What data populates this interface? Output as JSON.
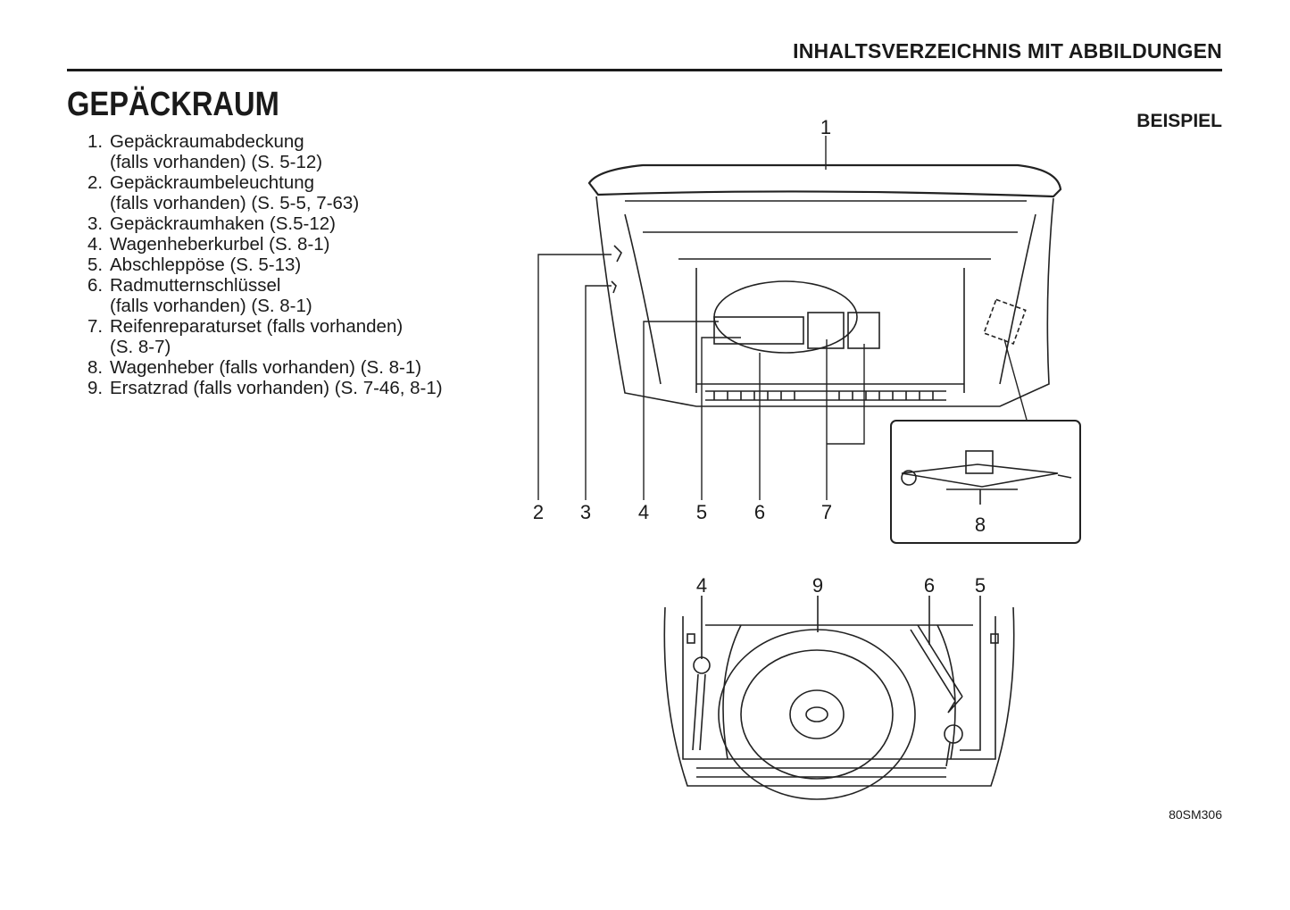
{
  "header": {
    "section_title": "INHALTSVERZEICHNIS MIT ABBILDUNGEN"
  },
  "page": {
    "title": "GEPÄCKRAUM",
    "example_label": "BEISPIEL",
    "figure_code": "80SM306"
  },
  "items": [
    {
      "num": "1.",
      "lines": [
        "Gepäckraumabdeckung",
        "(falls vorhanden) (S. 5-12)"
      ]
    },
    {
      "num": "2.",
      "lines": [
        "Gepäckraumbeleuchtung",
        "(falls vorhanden) (S. 5-5, 7-63)"
      ]
    },
    {
      "num": "3.",
      "lines": [
        "Gepäckraumhaken (S.5-12)"
      ]
    },
    {
      "num": "4.",
      "lines": [
        "Wagenheberkurbel (S. 8-1)"
      ]
    },
    {
      "num": "5.",
      "lines": [
        "Abschleppöse (S. 5-13)"
      ]
    },
    {
      "num": "6.",
      "lines": [
        "Radmutternschlüssel",
        "(falls vorhanden) (S. 8-1)"
      ]
    },
    {
      "num": "7.",
      "lines": [
        "Reifenreparaturset (falls vorhanden)",
        "(S. 8-7)"
      ]
    },
    {
      "num": "8.",
      "lines": [
        "Wagenheber (falls vorhanden) (S. 8-1)"
      ]
    },
    {
      "num": "9.",
      "lines": [
        "Ersatzrad (falls vorhanden) (S. 7-46, 8-1)"
      ]
    }
  ],
  "figure_top": {
    "callouts": [
      "1",
      "2",
      "3",
      "4",
      "5",
      "6",
      "7",
      "8"
    ]
  },
  "figure_bottom": {
    "callouts": [
      "4",
      "9",
      "6",
      "5"
    ]
  }
}
